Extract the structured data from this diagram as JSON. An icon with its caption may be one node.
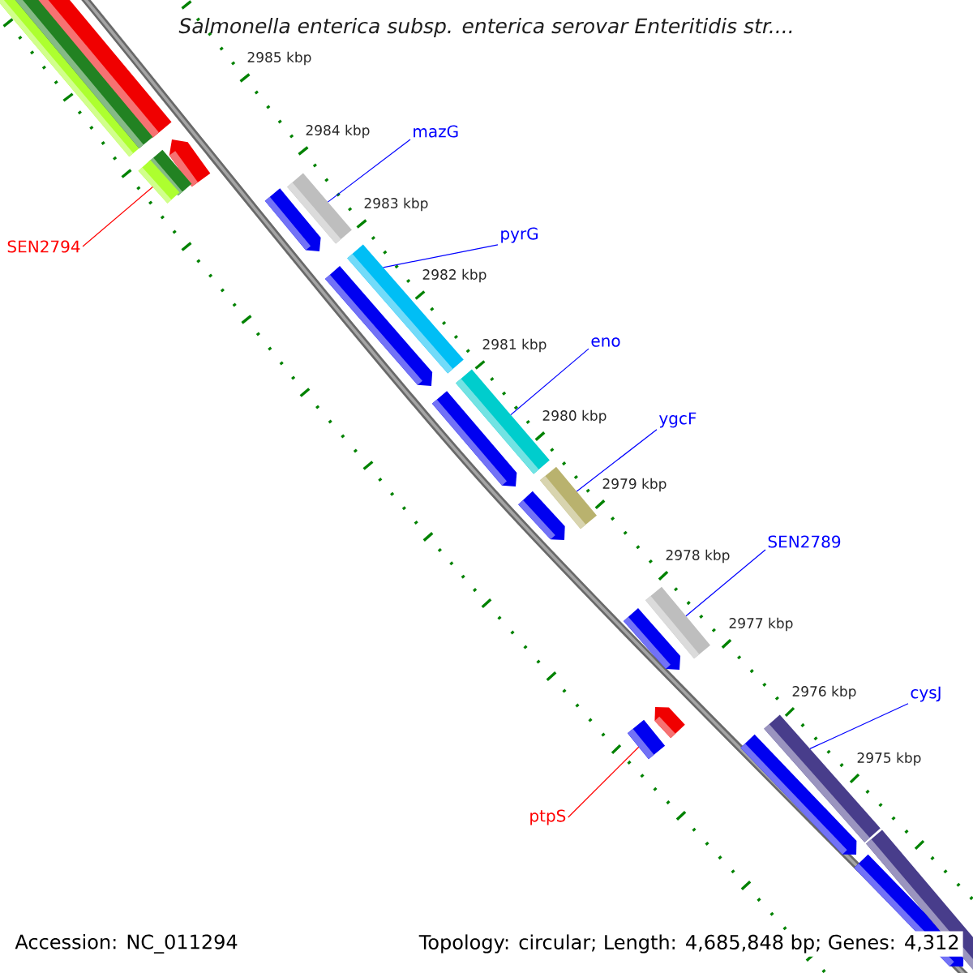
{
  "diagram": {
    "title": "Salmonella enterica subsp. enterica serovar Enteritidis str....",
    "nodes": [
      {
        "text": [
          "mazG"
        ]
      },
      {
        "text": [
          "pyrG"
        ]
      },
      {
        "text": [
          "SEN2794"
        ]
      },
      {
        "text": [
          "eno"
        ]
      },
      {
        "text": [
          "ygcF"
        ]
      },
      {
        "text": [
          "SEN2789"
        ]
      },
      {
        "text": [
          "cysJ"
        ]
      },
      {
        "text": [
          "ptpS"
        ]
      },
      {
        "text": [],
        "shape": "box"
      },
      {
        "text": [],
        "shape": "box"
      },
      {
        "text": [],
        "shape": "box"
      },
      {
        "text": [],
        "shape": "box"
      },
      {
        "text": [],
        "shape": "box"
      },
      {
        "text": [],
        "shape": "box"
      },
      {
        "text": [],
        "shape": "box"
      },
      {
        "text": [],
        "shape": "box"
      }
    ],
    "edges": [
      {
        "from": 0,
        "to": 9,
        "arrow": "none"
      },
      {
        "from": 1,
        "to": 10,
        "arrow": "none"
      },
      {
        "from": 2,
        "to": 8,
        "arrow": "none",
        "color": "#ff0000"
      },
      {
        "from": 3,
        "to": 11,
        "arrow": "none"
      },
      {
        "from": 4,
        "to": 12,
        "arrow": "none"
      },
      {
        "from": 5,
        "to": 13,
        "arrow": "none"
      },
      {
        "from": 6,
        "to": 15,
        "arrow": "none"
      },
      {
        "from": 7,
        "to": 14,
        "arrow": "none",
        "color": "#ff0000"
      }
    ],
    "labels": [
      "2985 kbp",
      "2984 kbp",
      "2983 kbp",
      "2982 kbp",
      "2981 kbp",
      "2980 kbp",
      "2979 kbp",
      "2978 kbp",
      "2977 kbp",
      "2976 kbp",
      "2975 kbp",
      "Accession: NC_011294",
      "Topology: circular; Length: 4,685,848 bp; Genes: 4,312"
    ]
  }
}
